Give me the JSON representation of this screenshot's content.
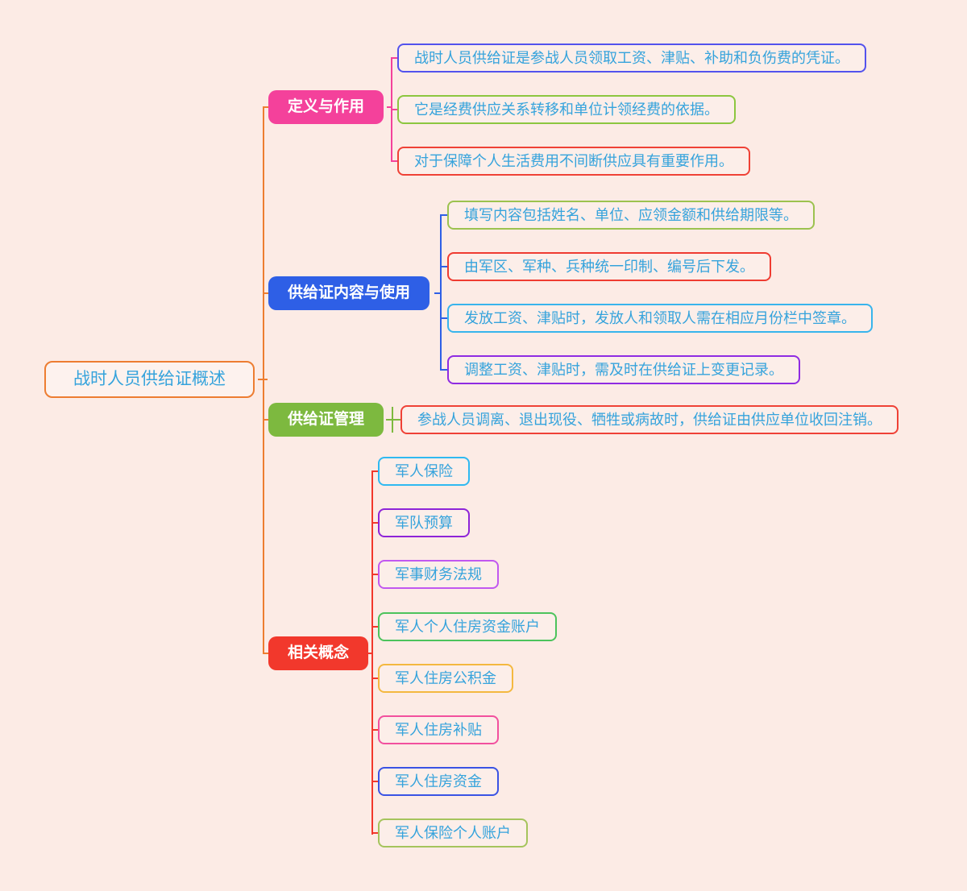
{
  "page": {
    "background": "#fcebe5",
    "node_text_color": "#35A3DC"
  },
  "connector_color": "#ED7D31",
  "root": {
    "label": "战时人员供给证概述",
    "border_color": "#ED7D31"
  },
  "branches": [
    {
      "label": "定义与作用",
      "color": "#F4419B",
      "children": [
        {
          "text": "战时人员供给证是参战人员领取工资、津贴、补助和负伤费的凭证。",
          "border_color": "#5352ED"
        },
        {
          "text": "它是经费供应关系转移和单位计领经费的依据。",
          "border_color": "#8CC63F"
        },
        {
          "text": "对于保障个人生活费用不间断供应具有重要作用。",
          "border_color": "#EF4136"
        }
      ]
    },
    {
      "label": "供给证内容与使用",
      "color": "#2E5FE6",
      "children": [
        {
          "text": "填写内容包括姓名、单位、应领金额和供给期限等。",
          "border_color": "#9CC24F"
        },
        {
          "text": "由军区、军种、兵种统一印制、编号后下发。",
          "border_color": "#EF3B31"
        },
        {
          "text": "发放工资、津贴时，发放人和领取人需在相应月份栏中签章。",
          "border_color": "#38B4EC"
        },
        {
          "text": "调整工资、津贴时，需及时在供给证上变更记录。",
          "border_color": "#8F2BE2"
        }
      ]
    },
    {
      "label": "供给证管理",
      "color": "#7DB93F",
      "children": [
        {
          "text": "参战人员调离、退出现役、牺牲或病故时，供给证由供应单位收回注销。",
          "border_color": "#EF4136"
        }
      ]
    },
    {
      "label": "相关概念",
      "color": "#F2382C",
      "children": [
        {
          "text": "军人保险",
          "border_color": "#2FB9F1"
        },
        {
          "text": "军队预算",
          "border_color": "#8E24D8"
        },
        {
          "text": "军事财务法规",
          "border_color": "#C158F0"
        },
        {
          "text": "军人个人住房资金账户",
          "border_color": "#4CC35C"
        },
        {
          "text": "军人住房公积金",
          "border_color": "#F4B83F"
        },
        {
          "text": "军人住房补贴",
          "border_color": "#F2509E"
        },
        {
          "text": "军人住房资金",
          "border_color": "#3A53E4"
        },
        {
          "text": "军人保险个人账户",
          "border_color": "#A5C45C"
        }
      ]
    }
  ]
}
